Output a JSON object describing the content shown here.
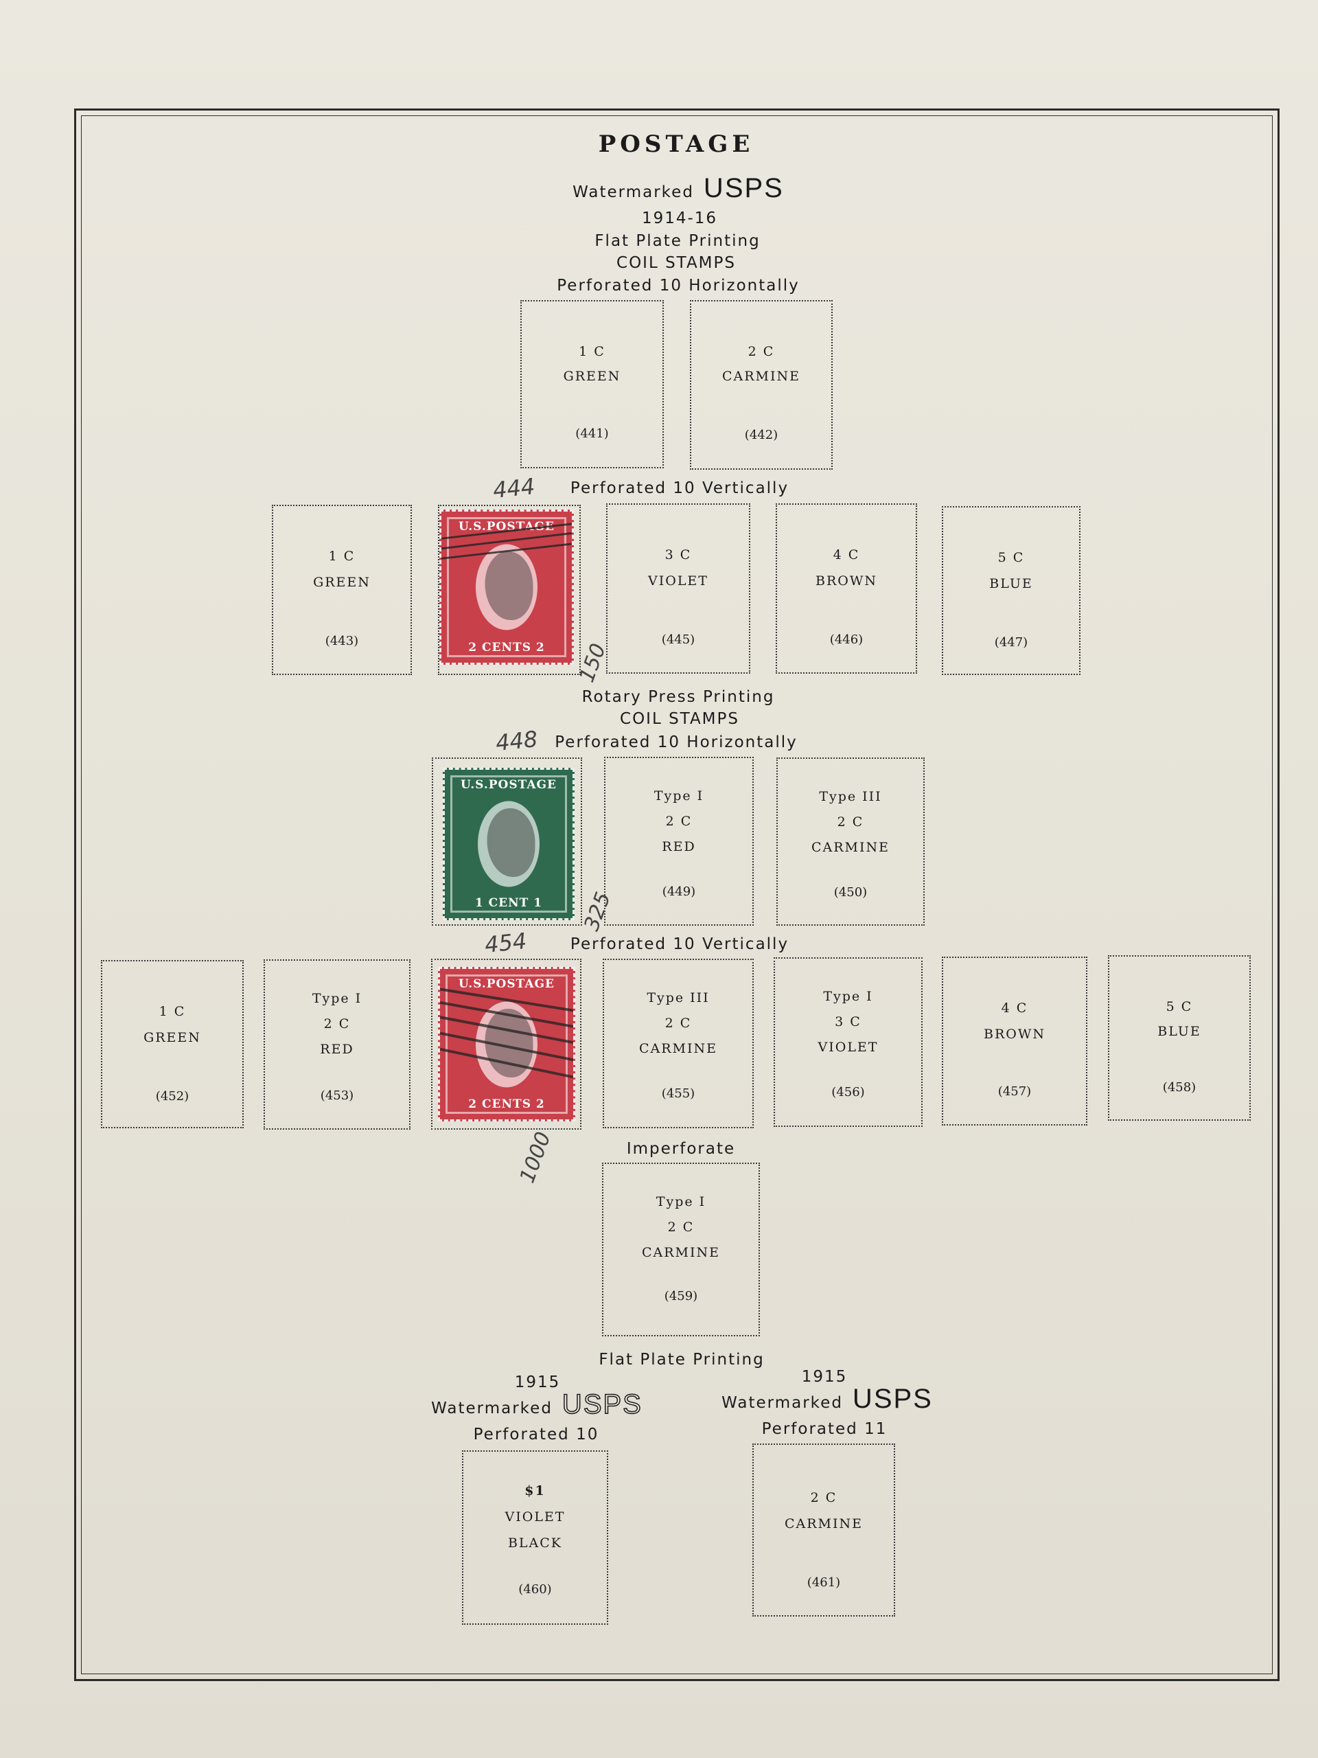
{
  "header": {
    "title": "POSTAGE",
    "watermarked": "Watermarked",
    "usps": "USPS",
    "years": "1914-16",
    "printing": "Flat Plate Printing",
    "coil": "COIL STAMPS",
    "perf_h": "Perforated 10 Horizontally",
    "perf_v": "Perforated 10 Vertically"
  },
  "rotary": {
    "printing": "Rotary Press Printing",
    "coil": "COIL STAMPS",
    "perf_h": "Perforated 10 Horizontally",
    "perf_v": "Perforated 10 Vertically",
    "imperf": "Imperforate"
  },
  "flat1915": {
    "printing": "Flat Plate Printing",
    "left_year": "1915",
    "left_watermarked": "Watermarked",
    "left_usps": "USPS",
    "left_perf": "Perforated 10",
    "right_year": "1915",
    "right_watermarked": "Watermarked",
    "right_usps": "USPS",
    "right_perf": "Perforated 11"
  },
  "boxes": {
    "b441": {
      "l1": "1 C",
      "l2": "GREEN",
      "cat": "(441)"
    },
    "b442": {
      "l1": "2 C",
      "l2": "CARMINE",
      "cat": "(442)"
    },
    "b443": {
      "l1": "1 C",
      "l2": "GREEN",
      "cat": "(443)"
    },
    "b445": {
      "l1": "3 C",
      "l2": "VIOLET",
      "cat": "(445)"
    },
    "b446": {
      "l1": "4 C",
      "l2": "BROWN",
      "cat": "(446)"
    },
    "b447": {
      "l1": "5 C",
      "l2": "BLUE",
      "cat": "(447)"
    },
    "b449": {
      "l1": "Type I",
      "l2": "2 C",
      "l3": "RED",
      "cat": "(449)"
    },
    "b450": {
      "l1": "Type III",
      "l2": "2 C",
      "l3": "CARMINE",
      "cat": "(450)"
    },
    "b452": {
      "l1": "1 C",
      "l2": "GREEN",
      "cat": "(452)"
    },
    "b453": {
      "l1": "Type I",
      "l2": "2 C",
      "l3": "RED",
      "cat": "(453)"
    },
    "b455": {
      "l1": "Type III",
      "l2": "2 C",
      "l3": "CARMINE",
      "cat": "(455)"
    },
    "b456": {
      "l1": "Type I",
      "l2": "3 C",
      "l3": "VIOLET",
      "cat": "(456)"
    },
    "b457": {
      "l1": "4 C",
      "l2": "BROWN",
      "cat": "(457)"
    },
    "b458": {
      "l1": "5 C",
      "l2": "BLUE",
      "cat": "(458)"
    },
    "b459": {
      "l1": "Type I",
      "l2": "2 C",
      "l3": "CARMINE",
      "cat": "(459)"
    },
    "b460": {
      "l1": "$1",
      "l2": "VIOLET",
      "l3": "BLACK",
      "cat": "(460)"
    },
    "b461": {
      "l1": "2 C",
      "l2": "CARMINE",
      "cat": "(461)"
    }
  },
  "stamps": {
    "s444": {
      "top": "U.S.POSTAGE",
      "bottom": "2 CENTS 2",
      "color": "#c8404a"
    },
    "s448": {
      "top": "U.S.POSTAGE",
      "bottom": "1 CENT 1",
      "color": "#2f6a4e"
    },
    "s454": {
      "top": "U.S.POSTAGE",
      "bottom": "2 CENTS 2",
      "color": "#c8404a"
    }
  },
  "handwriting": {
    "n444": "444",
    "p444": "150",
    "n448": "448",
    "p448": "325",
    "n454": "454",
    "p454": "1000"
  }
}
